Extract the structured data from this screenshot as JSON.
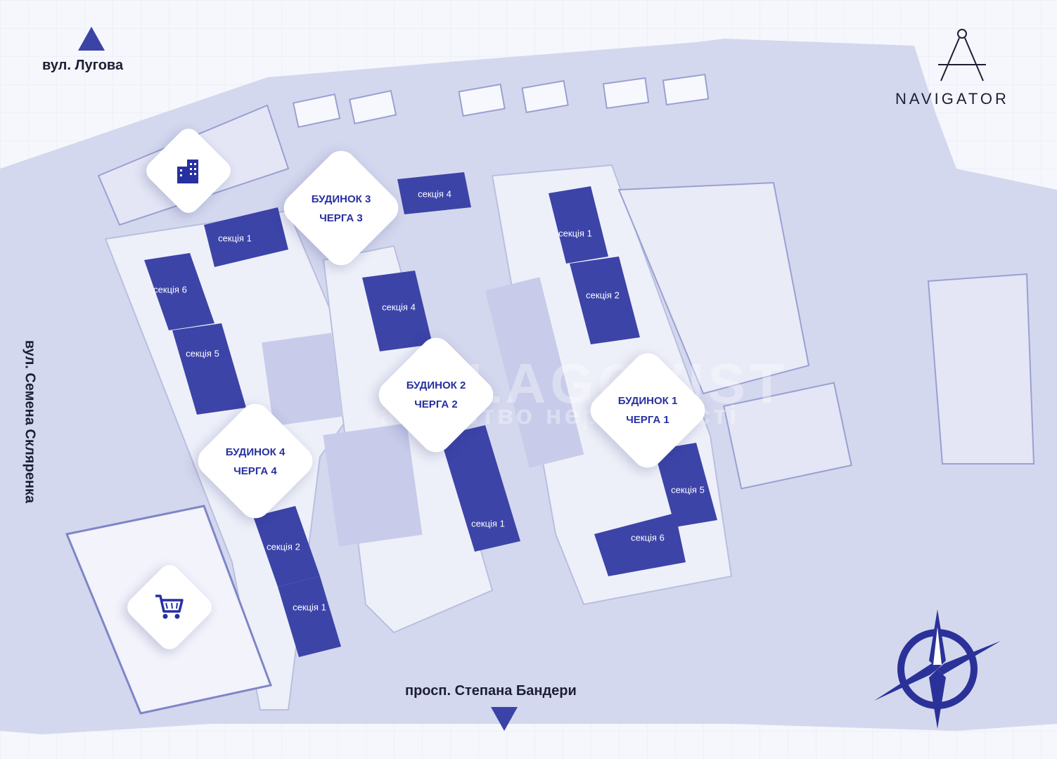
{
  "streets": {
    "north": "вул. Лугова",
    "west": "вул. Семена Скляренка",
    "south": "просп. Степана Бандери"
  },
  "logo": {
    "name": "NAVIGATOR",
    "icon": "compass-drawing-icon"
  },
  "watermark": {
    "main": "BLAGOVIST",
    "sub": "агентство нерухомості"
  },
  "buildings": [
    {
      "title": "БУДИНОК 1",
      "queue": "ЧЕРГА 1"
    },
    {
      "title": "БУДИНОК 2",
      "queue": "ЧЕРГА 2"
    },
    {
      "title": "БУДИНОК 3",
      "queue": "ЧЕРГА 3"
    },
    {
      "title": "БУДИНОК 4",
      "queue": "ЧЕРГА 4"
    }
  ],
  "sections": {
    "b1": [
      "секція 1",
      "секція 2",
      "секція 5",
      "секція 6"
    ],
    "b2": [
      "секція 4",
      "секція 1"
    ],
    "b3": [
      "секція 1",
      "секція 4"
    ],
    "b4": [
      "секція 6",
      "секція 5",
      "секція 2",
      "секція 1"
    ]
  },
  "icons": {
    "office": "office-building-icon",
    "shop": "shopping-cart-icon",
    "compass": "compass-rose-icon"
  },
  "colors": {
    "building": "#3c44a8",
    "land": "#c9cdea",
    "grid": "#e2e5f2",
    "text": "#1d1e35",
    "accent": "#2730a0"
  }
}
